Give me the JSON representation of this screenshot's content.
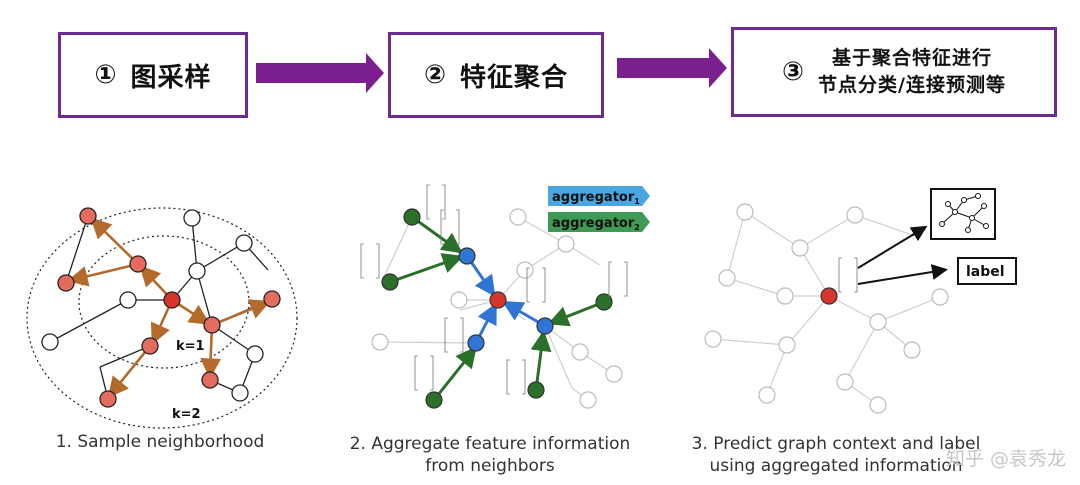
{
  "steps": [
    {
      "num": "①",
      "label": "图采样"
    },
    {
      "num": "②",
      "label": "特征聚合"
    },
    {
      "num": "③",
      "line1": "基于聚合特征进行",
      "line2": "节点分类/连接预测等"
    }
  ],
  "panel1": {
    "k1": "k=1",
    "k2": "k=2"
  },
  "panel2": {
    "agg1": "aggregator",
    "agg1_sub": "1",
    "agg2": "aggregator",
    "agg2_sub": "2"
  },
  "panel3": {
    "label_tag": "label"
  },
  "captions": {
    "c1": "1. Sample neighborhood",
    "c2_line1": "2. Aggregate feature information",
    "c2_line2": "from neighbors",
    "c3_line1": "3. Predict graph context and label",
    "c3_line2": "using aggregated information"
  },
  "watermark": "知乎 @袁秀龙",
  "colors": {
    "purple": "#6a2c91",
    "red": "#d9362b",
    "salmon": "#e46b5d",
    "brown": "#b36a2a",
    "blue": "#2e75d6",
    "green": "#2a6f2a",
    "agg_blue": "#49a6e0",
    "agg_green": "#3e9a55"
  }
}
